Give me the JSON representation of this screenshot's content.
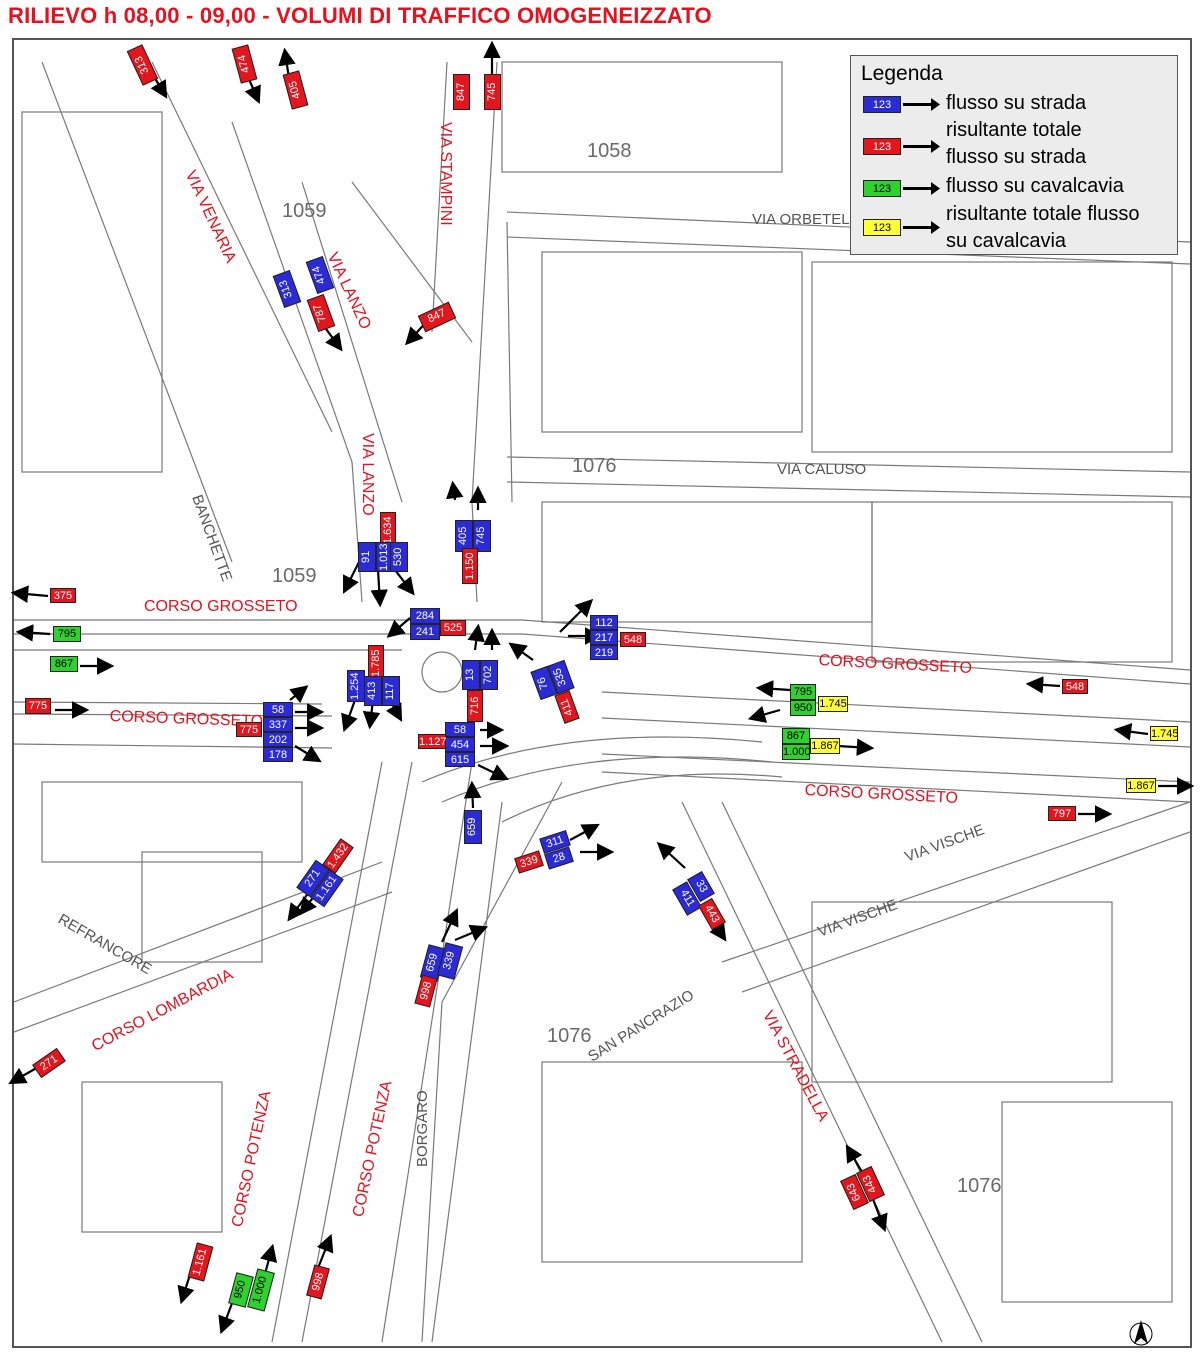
{
  "title": "RILIEVO h 08,00 - 09,00 - VOLUMI DI TRAFFICO OMOGENEIZZATO",
  "colors": {
    "street_label": "#e8101c",
    "blue": "#2b2bd6",
    "red": "#e4161d",
    "green": "#2ed12e",
    "yellow": "#ffff33"
  },
  "legend": {
    "title": "Legenda",
    "sample": "123",
    "items": [
      {
        "color": "blue",
        "text_lines": [
          "flusso su strada"
        ]
      },
      {
        "color": "red",
        "text_lines": [
          "risultante totale",
          "flusso su strada"
        ]
      },
      {
        "color": "green",
        "text_lines": [
          "flusso su cavalcavia"
        ]
      },
      {
        "color": "yellow",
        "text_lines": [
          "risultante totale flusso",
          "su cavalcavia"
        ]
      }
    ]
  },
  "streets": {
    "via_venaria": "VIA VENARIA",
    "via_lanzo": "VIA LANZO",
    "via_stampini": "VIA STAMPINI",
    "corso_grosseto": "CORSO GROSSETO",
    "corso_lombardia": "CORSO LOMBARDIA",
    "corso_potenza": "CORSO POTENZA",
    "via_stradella": "VIA STRADELLA"
  },
  "flows": {
    "nw_313": "313",
    "n_474": "474",
    "n_405": "405",
    "n_847": "847",
    "n_745": "745",
    "lanzo_313": "313",
    "lanzo_474": "474",
    "lanzo_787": "787",
    "stamp_847": "847",
    "c_1634": "1.634",
    "c_91": "91",
    "c_1013": "1.013",
    "c_530": "530",
    "c_405": "405",
    "c_745": "745",
    "c_1150": "1.150",
    "w_375": "375",
    "w_795": "795",
    "w_867": "867",
    "w_775": "775",
    "c_284": "284",
    "c_241": "241",
    "c_525": "525",
    "c_1785": "1.785",
    "c_1254": "1.254",
    "c_413": "413",
    "c_117": "117",
    "c_13": "13",
    "c_702": "702",
    "c_716": "716",
    "c_335": "335",
    "c_76": "76",
    "c_411": "411",
    "e_112": "112",
    "e_217": "217",
    "e_219": "219",
    "e_548": "548",
    "w_58": "58",
    "w_337": "337",
    "w_202": "202",
    "w_178": "178",
    "w_775b": "775",
    "s_58": "58",
    "s_454": "454",
    "s_615": "615",
    "s_1127": "1.127",
    "ov_795": "795",
    "ov_950": "950",
    "ov_1745": "1.745",
    "ov_867": "867",
    "ov_1000": "1.000",
    "ov_1867": "1.867",
    "e_548b": "548",
    "e_1745": "1.745",
    "e_1867": "1.867",
    "e_797": "797",
    "s_659": "659",
    "s_311": "311",
    "s_28": "28",
    "s_339": "339",
    "sw_1432": "1.432",
    "sw_271": "271",
    "sw_1161": "1.161",
    "se_33": "33",
    "se_411": "411",
    "se_443": "443",
    "p_659": "659",
    "p_339": "339",
    "p_998": "998",
    "lomb_271": "271",
    "str_443": "443",
    "str_643": "643",
    "pot_1161": "1.161",
    "pot_950": "950",
    "pot_1000": "1.000",
    "pot_998": "998"
  }
}
